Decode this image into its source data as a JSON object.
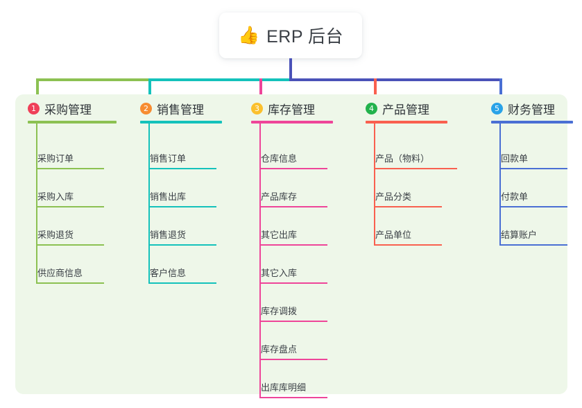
{
  "header": {
    "emoji": "👍",
    "emoji_name": "thumbs-up-icon",
    "title": "ERP 后台"
  },
  "theme": {
    "page_bg": "#ffffff",
    "panel_bg": "#eef7e9",
    "card_bg": "#ffffff",
    "text_color": "#3b4046",
    "title_color": "#3a3f45",
    "trunk_color": "#4a52b8"
  },
  "columns": [
    {
      "index": "1",
      "title": "采购管理",
      "badge_color": "#ef4058",
      "line_color": "#8cc152",
      "items": [
        "采购订单",
        "采购入库",
        "采购退货",
        "供应商信息"
      ]
    },
    {
      "index": "2",
      "title": "销售管理",
      "badge_color": "#f78c31",
      "line_color": "#14c2bb",
      "items": [
        "销售订单",
        "销售出库",
        "销售退货",
        "客户信息"
      ]
    },
    {
      "index": "3",
      "title": "库存管理",
      "badge_color": "#fbc02d",
      "line_color": "#ee4599",
      "items": [
        "仓库信息",
        "产品库存",
        "其它出库",
        "其它入库",
        "库存调拨",
        "库存盘点",
        "出库库明细"
      ]
    },
    {
      "index": "4",
      "title": "产品管理",
      "badge_color": "#22b24c",
      "line_color": "#f9604f",
      "items": [
        "产品（物料）",
        "产品分类",
        "产品单位"
      ]
    },
    {
      "index": "5",
      "title": "财务管理",
      "badge_color": "#2aa3e8",
      "line_color": "#4a6fd4",
      "items": [
        "回款单",
        "付款单",
        "结算账户"
      ]
    }
  ],
  "connectors": {
    "trunk_label": "root-trunk",
    "bus_segments": [
      {
        "name": "bus-segment-green",
        "color": "#8cc152"
      },
      {
        "name": "bus-segment-teal",
        "color": "#14c2bb"
      },
      {
        "name": "bus-segment-blue",
        "color": "#4a52b8"
      }
    ]
  }
}
